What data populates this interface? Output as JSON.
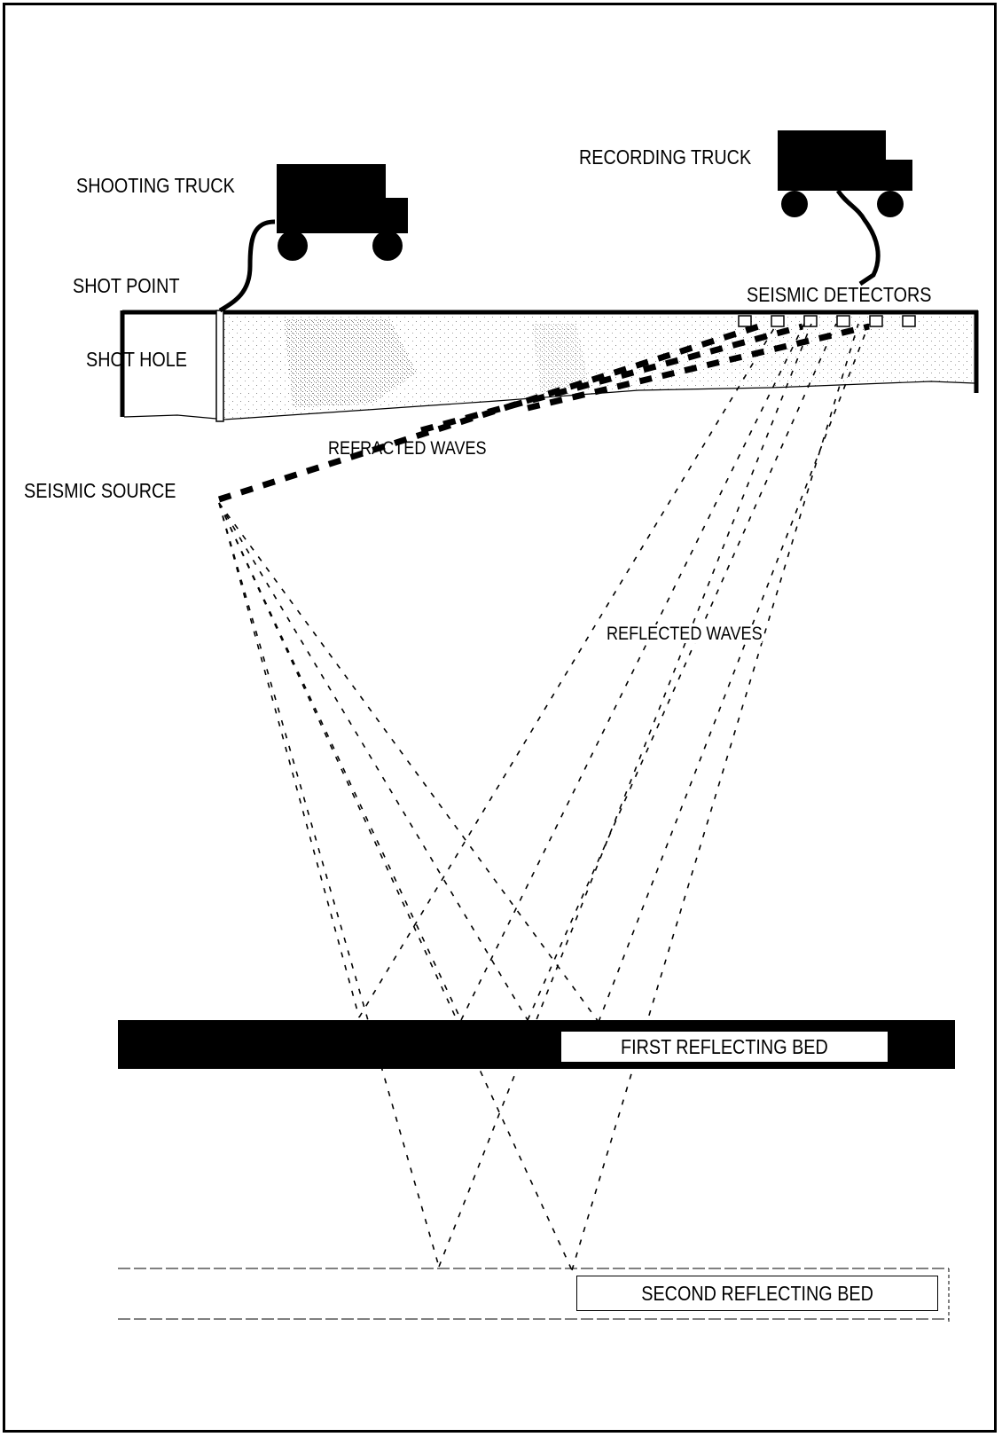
{
  "labels": {
    "shooting_truck": "SHOOTING TRUCK",
    "recording_truck": "RECORDING TRUCK",
    "shot_point": "SHOT POINT",
    "shot_hole": "SHOT HOLE",
    "seismic_detectors": "SEISMIC DETECTORS",
    "refracted_waves": "REFRACTED WAVES",
    "seismic_source": "SEISMIC SOURCE",
    "reflected_waves": "REFLECTED WAVES",
    "first_reflecting_bed": "FIRST REFLECTING BED",
    "second_reflecting_bed": "SECOND REFLECTING BED"
  },
  "detector_count": 6,
  "colors": {
    "ink": "#000000",
    "paper": "#ffffff",
    "surface_speckle": "#9a9a9a"
  }
}
